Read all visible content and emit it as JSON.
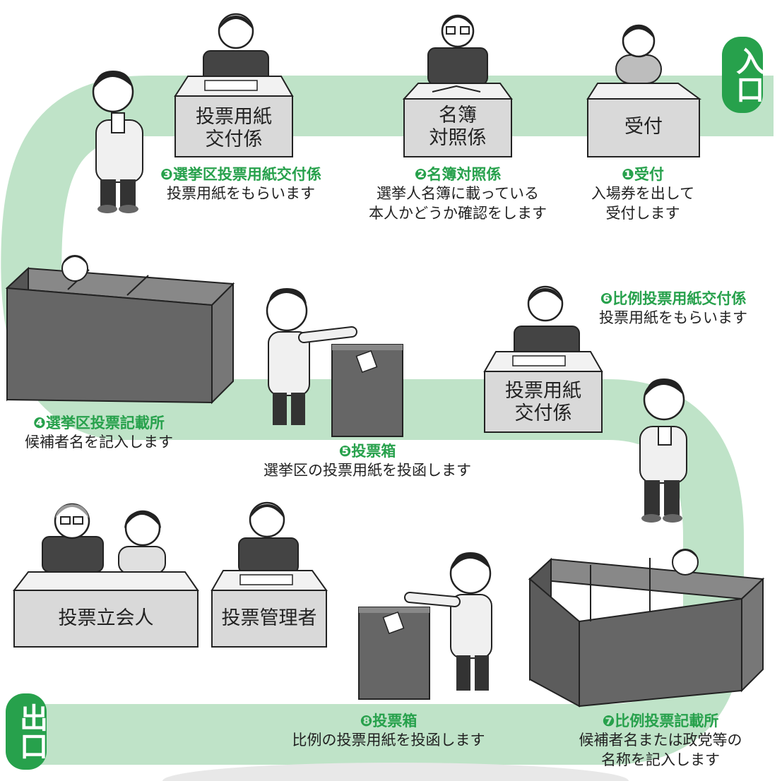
{
  "signs": {
    "entrance": "入口",
    "exit": "出口"
  },
  "colors": {
    "path": "#bfe3c8",
    "accent": "#27a14c",
    "booth": "#666666",
    "desk": "#d9d9d9"
  },
  "desks": {
    "reception": "受付",
    "roll_check": [
      "名簿",
      "対照係"
    ],
    "district_ballot": [
      "投票用紙",
      "交付係"
    ],
    "pr_ballot": [
      "投票用紙",
      "交付係"
    ],
    "witness": "投票立会人",
    "manager": "投票管理者"
  },
  "steps": [
    {
      "num": "❶",
      "title": "受付",
      "desc": [
        "入場券を出して",
        "受付します"
      ]
    },
    {
      "num": "❷",
      "title": "名簿対照係",
      "desc": [
        "選挙人名簿に載っている",
        "本人かどうか確認をします"
      ]
    },
    {
      "num": "❸",
      "title": "選挙区投票用紙交付係",
      "desc": [
        "投票用紙をもらいます"
      ]
    },
    {
      "num": "❹",
      "title": "選挙区投票記載所",
      "desc": [
        "候補者名を記入します"
      ]
    },
    {
      "num": "❺",
      "title": "投票箱",
      "desc": [
        "選挙区の投票用紙を投函します"
      ]
    },
    {
      "num": "❻",
      "title": "比例投票用紙交付係",
      "desc": [
        "投票用紙をもらいます"
      ]
    },
    {
      "num": "❼",
      "title": "比例投票記載所",
      "desc": [
        "候補者名または政党等の",
        "名称を記入します"
      ]
    },
    {
      "num": "❽",
      "title": "投票箱",
      "desc": [
        "比例の投票用紙を投函します"
      ]
    }
  ]
}
